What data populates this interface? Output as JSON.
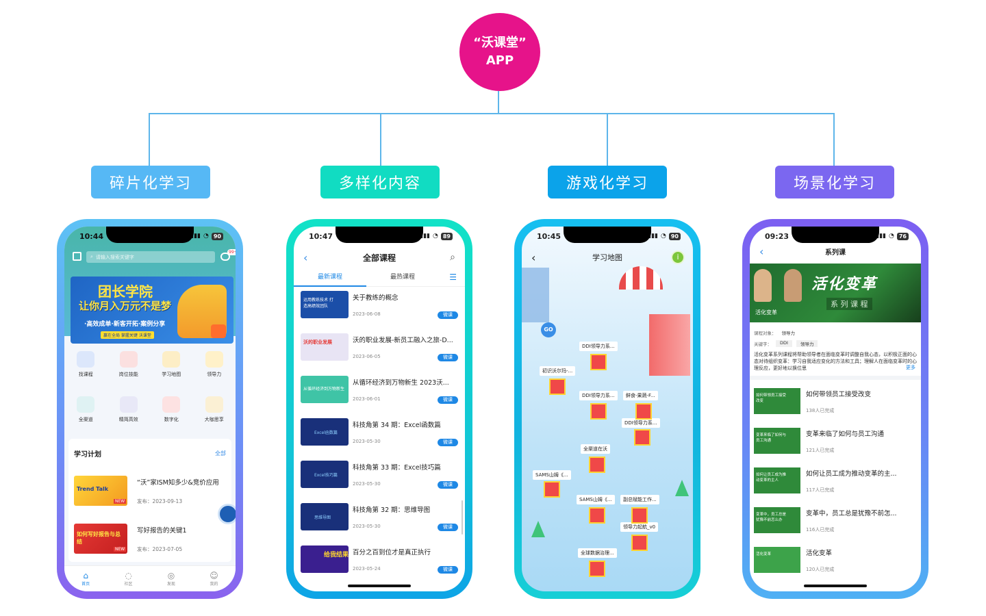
{
  "root": {
    "line1": "“沃课堂”",
    "line2": "APP"
  },
  "categories": [
    {
      "label": "碎片化学习",
      "color": "#56b8f5"
    },
    {
      "label": "多样化内容",
      "color": "#11dcc2"
    },
    {
      "label": "游戏化学习",
      "color": "#0ba3ea"
    },
    {
      "label": "场景化学习",
      "color": "#7b67f0"
    }
  ],
  "phone1": {
    "time": "10:44",
    "battery": "90",
    "search_placeholder": "请输入搜索关键字",
    "msg_badge": "99+",
    "banner": {
      "title1": "团长学院",
      "title2": "让你月入万元不是梦",
      "bullets": "·高效成单·新客开拓·案例分享",
      "sub": "赢在全局 掌握关键 沃课堂"
    },
    "icons": [
      {
        "label": "找课程"
      },
      {
        "label": "岗位技能"
      },
      {
        "label": "学习地图"
      },
      {
        "label": "领导力"
      },
      {
        "label": "全渠道"
      },
      {
        "label": "精简高效"
      },
      {
        "label": "数字化"
      },
      {
        "label": "大咖思享"
      }
    ],
    "plan_title": "学习计划",
    "plan_all": "全部",
    "plan_items": [
      {
        "title": "“沃”家ISM知多少&竞价应用",
        "date": "发布：2023-09-13",
        "thumb_text": "Trend Talk",
        "badge": "NEW"
      },
      {
        "title": "写好报告的关键1",
        "date": "发布：2023-07-05",
        "thumb_text": "如何写好报告与总结",
        "badge": "NEW"
      }
    ],
    "tabbar": [
      {
        "label": "首页"
      },
      {
        "label": "社区"
      },
      {
        "label": "发现"
      },
      {
        "label": "我的"
      }
    ]
  },
  "phone2": {
    "time": "10:47",
    "battery": "89",
    "title": "全部课程",
    "tab_new": "最新课程",
    "tab_hot": "最热课程",
    "tag": "微课",
    "items": [
      {
        "title": "关于教练的概念",
        "date": "2023-06-08",
        "thumb_text": "运用教练技术 打造高绩效团队",
        "color": "#1b4ea8"
      },
      {
        "title": "沃的职业发展-新员工融入之旅-D...",
        "date": "2023-06-05",
        "thumb_text": "沃的职业发展",
        "color": "#e8e4f4"
      },
      {
        "title": "从循环经济到万物新生 2023沃...",
        "date": "2023-06-01",
        "thumb_text": "从循环经济到万物新生",
        "color": "#3fc4a6"
      },
      {
        "title": "科技角第 34 期：Excel函数篇",
        "date": "2023-05-30",
        "thumb_text": "Excel函数篇",
        "color": "#19307a"
      },
      {
        "title": "科技角第 33 期：Excel技巧篇",
        "date": "2023-05-30",
        "thumb_text": "Excel技巧篇",
        "color": "#19307a"
      },
      {
        "title": "科技角第 32 期：思维导图",
        "date": "2023-05-30",
        "thumb_text": "思维导图",
        "color": "#19307a"
      },
      {
        "title": "百分之百到位才是真正执行",
        "date": "2023-05-24",
        "thumb_text": "给我结果",
        "color": "#3a1f8f"
      }
    ]
  },
  "phone3": {
    "time": "10:45",
    "battery": "90",
    "title": "学习地图",
    "go": "GO",
    "nodes": [
      {
        "label": "DDI领导力系..."
      },
      {
        "label": "初识沃尔玛-..."
      },
      {
        "label": "DDI领导力系..."
      },
      {
        "label": "鲜食-果蔬-F..."
      },
      {
        "label": "DDI领导力系..."
      },
      {
        "label": "全渠道在沃"
      },
      {
        "label": "SAMS山姆《..."
      },
      {
        "label": "SAMS山姆《..."
      },
      {
        "label": "副总赋能工作..."
      },
      {
        "label": "领导力起航_v0"
      },
      {
        "label": "全球数据治理..."
      }
    ]
  },
  "phone4": {
    "time": "09:23",
    "battery": "76",
    "title": "系列课",
    "banner_title": "活化变革",
    "banner_sub": "系 列 课 程",
    "banner_label": "活化变革",
    "target_label": "课程对象：",
    "target_value": "领导力",
    "keyword_label": "关键字：",
    "keywords": [
      "DDI",
      "领导力"
    ],
    "desc": "活化变革系列课程将帮助领导者在面临变革时调整自我心态，以积极正面的心态对待组织变革：学习自我适应变化的方法和工具；理解人在面临变革时的心理反应，更好地以换位思",
    "more": "更多",
    "items": [
      {
        "title": "如何带领员工接受改变",
        "count": "138人已完成",
        "thumb_text": "如何带领员工接受改变"
      },
      {
        "title": "变革来临了如何与员工沟通",
        "count": "121人已完成",
        "thumb_text": "变革来临了如何与员工沟通"
      },
      {
        "title": "如何让员工成为推动变革的主...",
        "count": "117人已完成",
        "thumb_text": "如何让员工成为推动变革的主人"
      },
      {
        "title": "变革中，员工总是犹豫不前怎...",
        "count": "116人已完成",
        "thumb_text": "变革中，员工总是犹豫不前怎么办"
      },
      {
        "title": "活化变革",
        "count": "120人已完成",
        "thumb_text": "活化变革"
      }
    ]
  }
}
